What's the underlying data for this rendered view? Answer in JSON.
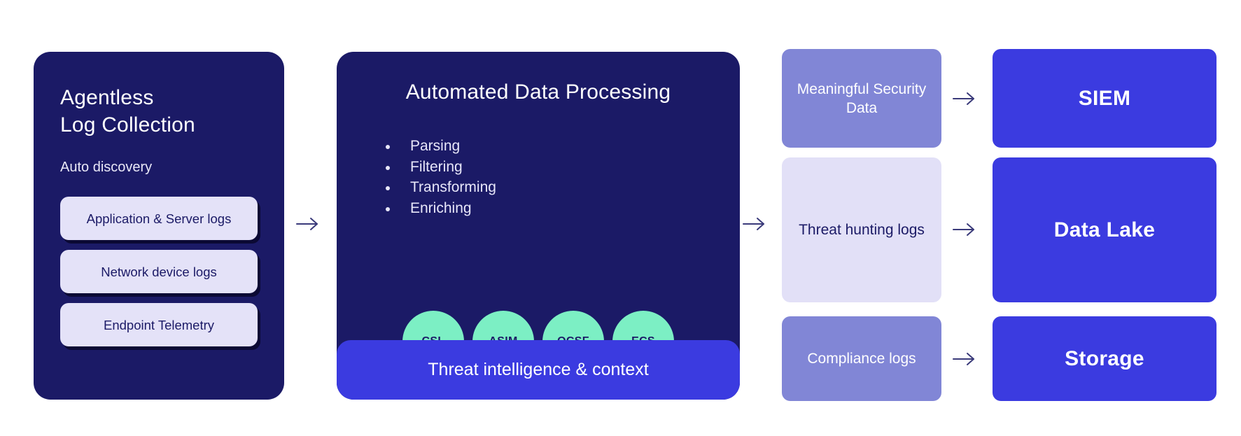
{
  "colors": {
    "navy": "#1b1a66",
    "royal_blue": "#3b3be0",
    "mint": "#7cefc4",
    "lavender": "#e2e0f7",
    "purple": "#8186d6",
    "arrow": "#3a3a7a",
    "background": "#ffffff"
  },
  "collection": {
    "title": "Agentless\nLog Collection",
    "subtitle": "Auto discovery",
    "sources": [
      {
        "label": "Application & Server logs"
      },
      {
        "label": "Network device logs"
      },
      {
        "label": "Endpoint Telemetry"
      }
    ]
  },
  "processing": {
    "title": "Automated Data Processing",
    "steps": [
      {
        "label": "Parsing"
      },
      {
        "label": "Filtering"
      },
      {
        "label": "Transforming"
      },
      {
        "label": "Enriching"
      }
    ],
    "schemas": [
      {
        "label": "CSL"
      },
      {
        "label": "ASIM"
      },
      {
        "label": "OCSF"
      },
      {
        "label": "ECS"
      }
    ],
    "footer": "Threat intelligence & context"
  },
  "outputs": [
    {
      "label": "Meaningful Security Data",
      "style": "purple"
    },
    {
      "label": "Threat hunting logs",
      "style": "lavender"
    },
    {
      "label": "Compliance logs",
      "style": "purple"
    }
  ],
  "destinations": [
    {
      "label": "SIEM"
    },
    {
      "label": "Data Lake"
    },
    {
      "label": "Storage"
    }
  ],
  "arrows": {
    "icon": "arrow-right-icon",
    "count": 5
  }
}
